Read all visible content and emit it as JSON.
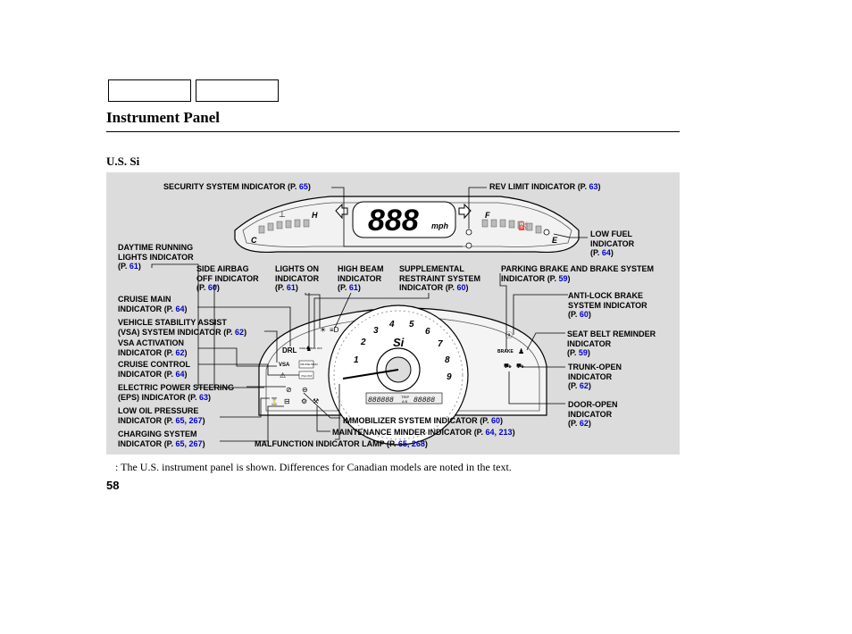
{
  "page": {
    "title": "Instrument Panel",
    "model": "U.S. Si",
    "footnote": ":   The U.S. instrument panel is shown. Differences for Canadian models are noted in the text.",
    "page_number": "58"
  },
  "gauges": {
    "speed_digits": "888",
    "speed_unit": "mph",
    "tach_numbers": [
      "1",
      "2",
      "3",
      "4",
      "5",
      "6",
      "7",
      "8",
      "9"
    ],
    "fuel_f": "F",
    "fuel_e": "E",
    "temp_h": "H",
    "temp_c": "C",
    "si_badge": "Si",
    "odometer": "888888",
    "trip_label": "TRIP",
    "trip_ab": "A B",
    "trip_value": "88888",
    "indicator_drl": "DRL",
    "indicator_vsa": "VSA",
    "indicator_brake": "BRAKE",
    "indicator_side_airbag": "SIDE AIRBAG OFF",
    "indicator_cruise": "CRUISE MAIN",
    "indicator_vsa_off": "VSA OFF"
  },
  "labels": {
    "security": {
      "text": "SECURITY SYSTEM INDICATOR",
      "page": "65"
    },
    "rev_limit": {
      "text": "REV LIMIT INDICATOR",
      "page": "63"
    },
    "low_fuel_1": "LOW FUEL",
    "low_fuel_2": "INDICATOR",
    "low_fuel_page": "64",
    "drl_1": "DAYTIME RUNNING",
    "drl_2": "LIGHTS INDICATOR",
    "drl_page": "61",
    "side_airbag_1": "SIDE AIRBAG",
    "side_airbag_2": "OFF INDICATOR",
    "side_airbag_page": "60",
    "lights_on_1": "LIGHTS ON",
    "lights_on_2": "INDICATOR",
    "lights_on_page": "61",
    "high_beam_1": "HIGH BEAM",
    "high_beam_2": "INDICATOR",
    "high_beam_page": "61",
    "srs_1": "SUPPLEMENTAL",
    "srs_2": "RESTRAINT SYSTEM",
    "srs_3": "INDICATOR",
    "srs_page": "60",
    "parking_brake_1": "PARKING BRAKE AND BRAKE SYSTEM",
    "parking_brake_2": "INDICATOR",
    "parking_brake_page": "59",
    "abs_1": "ANTI-LOCK BRAKE",
    "abs_2": "SYSTEM INDICATOR",
    "abs_page": "60",
    "cruise_1": "CRUISE MAIN",
    "cruise_2": "INDICATOR",
    "cruise_page": "64",
    "vsa_sys_1": "VEHICLE STABILITY ASSIST",
    "vsa_sys_2": "(VSA) SYSTEM INDICATOR",
    "vsa_sys_page": "62",
    "seatbelt_1": "SEAT BELT REMINDER",
    "seatbelt_2": "INDICATOR",
    "seatbelt_page": "59",
    "vsa_act_1": "VSA ACTIVATION",
    "vsa_act_2": "INDICATOR",
    "vsa_act_page": "62",
    "cruise_control_1": "CRUISE CONTROL",
    "cruise_control_2": "INDICATOR",
    "cruise_control_page": "64",
    "trunk_1": "TRUNK-OPEN",
    "trunk_2": "INDICATOR",
    "trunk_page": "62",
    "eps_1": "ELECTRIC POWER STEERING",
    "eps_2": "(EPS) INDICATOR",
    "eps_page": "63",
    "door_1": "DOOR-OPEN",
    "door_2": "INDICATOR",
    "door_page": "62",
    "oil_1": "LOW OIL PRESSURE",
    "oil_2": "INDICATOR",
    "oil_pages": "65, 267",
    "immobilizer": "IMMOBILIZER SYSTEM INDICATOR",
    "immobilizer_page": "60",
    "charging_1": "CHARGING SYSTEM",
    "charging_2": "INDICATOR",
    "charging_pages": "65, 267",
    "maintenance": "MAINTENANCE MINDER INDICATOR",
    "maintenance_pages": "64, 213",
    "malfunction": "MALFUNCTION INDICATOR LAMP",
    "malfunction_pages": "65, 268",
    "page_prefix": "(P. ",
    "page_suffix": ")"
  }
}
